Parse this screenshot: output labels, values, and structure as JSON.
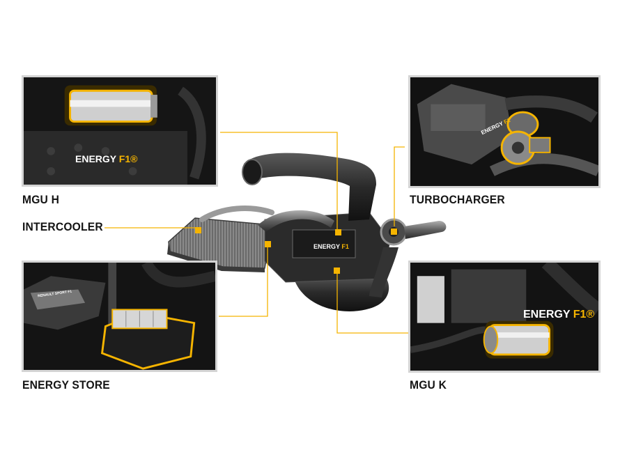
{
  "labels": {
    "mgu_h": "MGU H",
    "turbocharger": "TURBOCHARGER",
    "intercooler": "INTERCOOLER",
    "energy_store": "ENERGY STORE",
    "mgu_k": "MGU K"
  },
  "branding": {
    "energy": "ENERGY",
    "f1": "F1",
    "mark": "®",
    "renault": "RENAULT SPORT F1"
  },
  "colors": {
    "accent": "#f5b400",
    "panel_border": "#d4d4d4",
    "label_text": "#141414"
  }
}
